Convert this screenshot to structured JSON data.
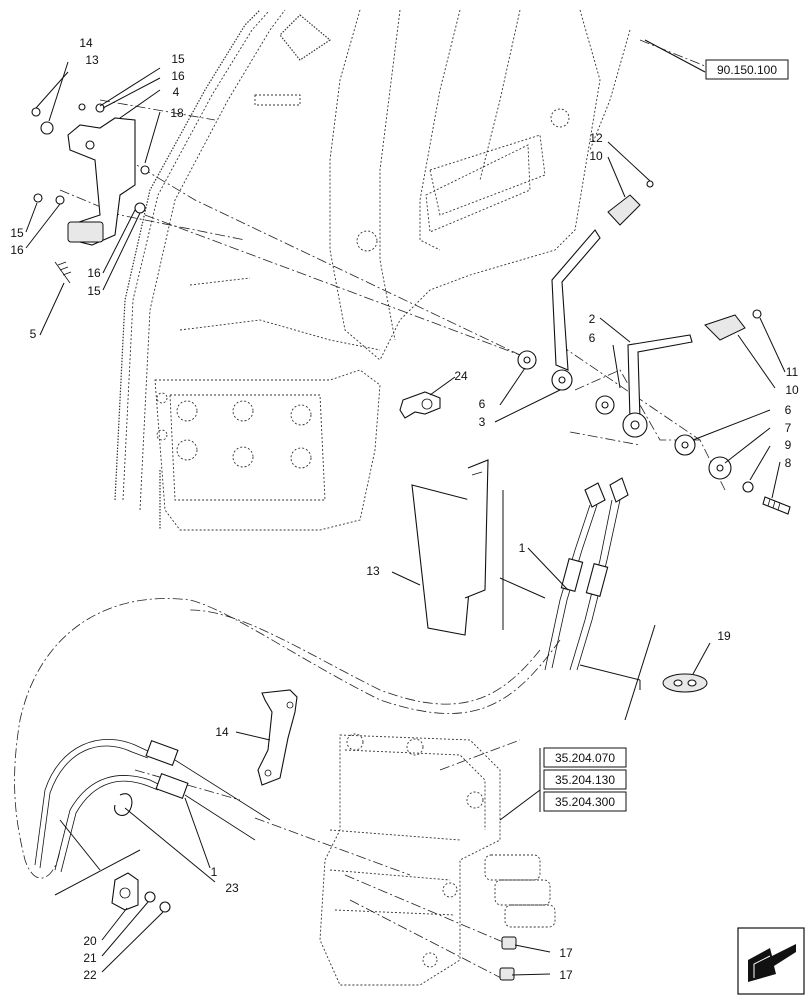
{
  "callouts": {
    "c14a": "14",
    "c13a": "13",
    "c15a": "15",
    "c16a": "16",
    "c4": "4",
    "c18": "18",
    "c15b": "15",
    "c16b": "16",
    "c16c": "16",
    "c15c": "15",
    "c5": "5",
    "c12": "12",
    "c10a": "10",
    "c2": "2",
    "c6a": "6",
    "c11": "11",
    "c10b": "10",
    "c6b": "6",
    "c3": "3",
    "c6c": "6",
    "c7": "7",
    "c9": "9",
    "c8": "8",
    "c24": "24",
    "c13b": "13",
    "c1a": "1",
    "c19": "19",
    "c14b": "14",
    "c1b": "1",
    "c23": "23",
    "c20": "20",
    "c21": "21",
    "c22": "22",
    "c17a": "17",
    "c17b": "17"
  },
  "references": {
    "ref_top": "90.150.100",
    "ref_1": "35.204.070",
    "ref_2": "35.204.130",
    "ref_3": "35.204.300"
  },
  "icons": {
    "nav": "next-page-arrow-icon"
  }
}
